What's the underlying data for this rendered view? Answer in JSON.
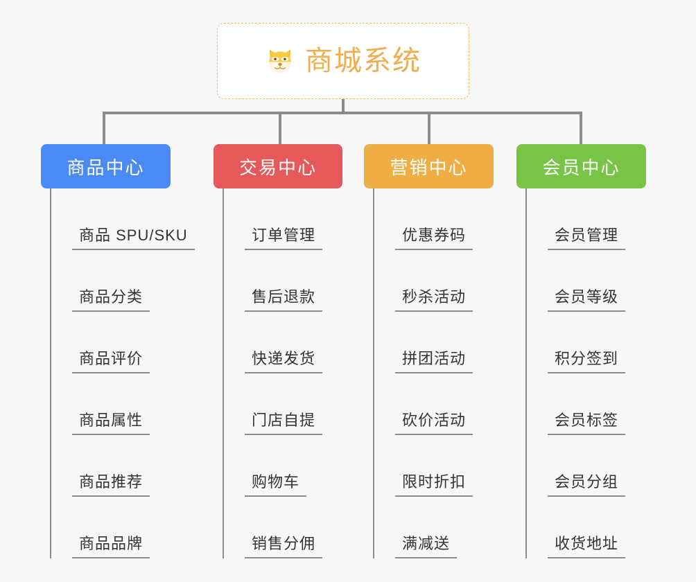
{
  "background_color": "#f7f7f7",
  "line_color": "#8b8b8b",
  "root": {
    "icon": "dog-face-emoji",
    "title": "商城系统",
    "title_color": "#f0ad4e",
    "border_color": "#f2b954",
    "background": "#ffffff"
  },
  "branches": [
    {
      "label": "商品中心",
      "color": "#4a8af4",
      "items": [
        "商品 SPU/SKU",
        "商品分类",
        "商品评价",
        "商品属性",
        "商品推荐",
        "商品品牌"
      ]
    },
    {
      "label": "交易中心",
      "color": "#e5595a",
      "items": [
        "订单管理",
        "售后退款",
        "快递发货",
        "门店自提",
        "购物车",
        "销售分佣"
      ]
    },
    {
      "label": "营销中心",
      "color": "#eeae45",
      "items": [
        "优惠券码",
        "秒杀活动",
        "拼团活动",
        "砍价活动",
        "限时折扣",
        "满减送"
      ]
    },
    {
      "label": "会员中心",
      "color": "#78c446",
      "items": [
        "会员管理",
        "会员等级",
        "积分签到",
        "会员标签",
        "会员分组",
        "收货地址"
      ]
    }
  ]
}
